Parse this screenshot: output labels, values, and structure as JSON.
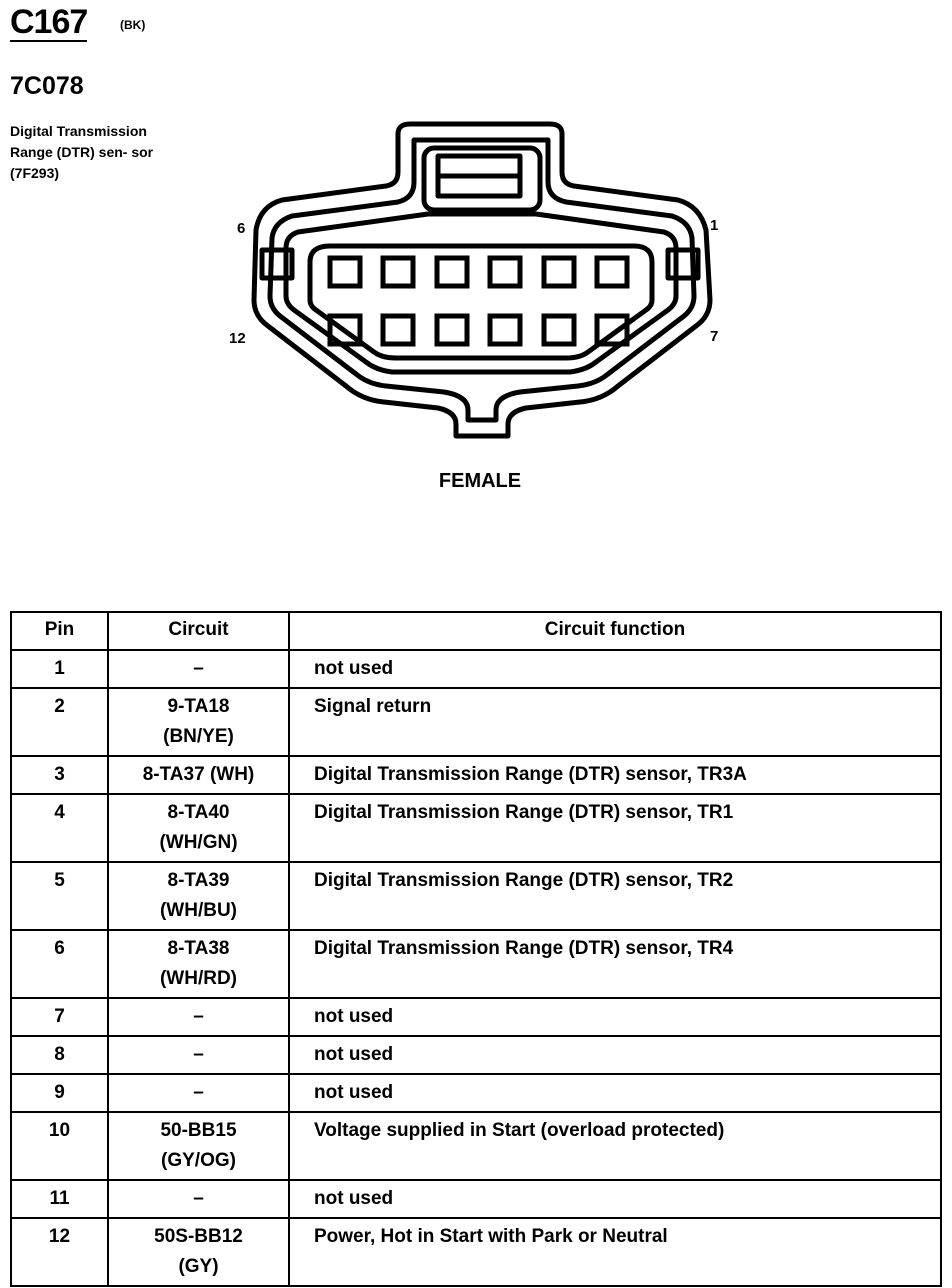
{
  "header": {
    "connector_id": "C167",
    "connector_color": "(BK)",
    "part_number": "7C078",
    "description": "Digital Transmission Range (DTR) sen- sor (7F293)"
  },
  "diagram": {
    "pin_labels": {
      "top_left": "6",
      "top_right": "1",
      "bottom_left": "12",
      "bottom_right": "7"
    },
    "gender": "FEMALE"
  },
  "table": {
    "headers": {
      "pin": "Pin",
      "circuit": "Circuit",
      "function": "Circuit function"
    },
    "rows": [
      {
        "pin": "1",
        "circuit": "–",
        "function": "not used"
      },
      {
        "pin": "2",
        "circuit": "9-TA18 (BN/YE)",
        "function": "Signal return"
      },
      {
        "pin": "3",
        "circuit": "8-TA37 (WH)",
        "function": "Digital Transmission Range (DTR) sensor, TR3A"
      },
      {
        "pin": "4",
        "circuit": "8-TA40 (WH/GN)",
        "function": "Digital Transmission Range (DTR) sensor, TR1"
      },
      {
        "pin": "5",
        "circuit": "8-TA39 (WH/BU)",
        "function": "Digital Transmission Range (DTR) sensor, TR2"
      },
      {
        "pin": "6",
        "circuit": "8-TA38 (WH/RD)",
        "function": "Digital Transmission Range (DTR) sensor, TR4"
      },
      {
        "pin": "7",
        "circuit": "–",
        "function": "not used"
      },
      {
        "pin": "8",
        "circuit": "–",
        "function": "not used"
      },
      {
        "pin": "9",
        "circuit": "–",
        "function": "not used"
      },
      {
        "pin": "10",
        "circuit": "50-BB15 (GY/OG)",
        "function": "Voltage supplied in Start (overload protected)"
      },
      {
        "pin": "11",
        "circuit": "–",
        "function": "not used"
      },
      {
        "pin": "12",
        "circuit": "50S-BB12 (GY)",
        "function": "Power, Hot in Start with Park or Neutral"
      }
    ]
  }
}
